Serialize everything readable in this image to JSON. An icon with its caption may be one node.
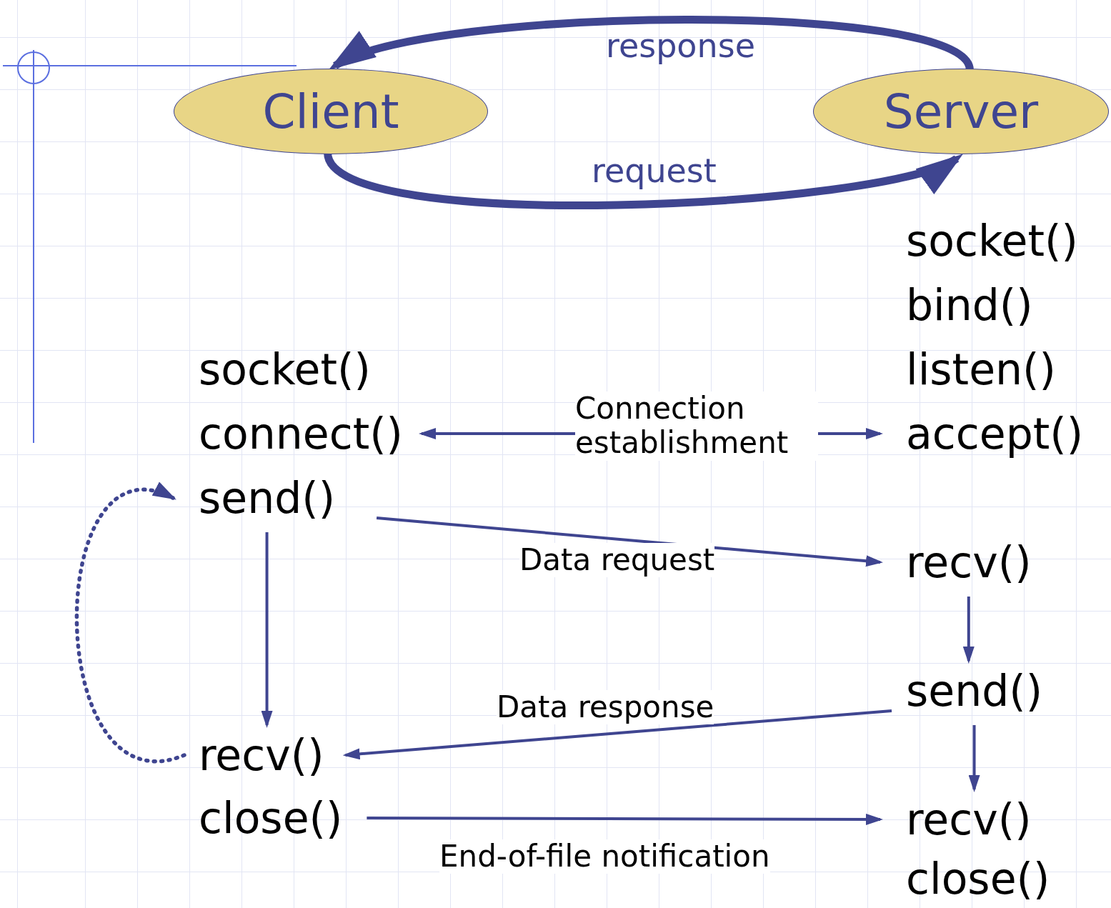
{
  "diagram": {
    "nodes": [
      {
        "text": [
          "Client"
        ]
      },
      {
        "text": [
          "Server"
        ]
      },
      {
        "text": [
          "socket()"
        ]
      },
      {
        "text": [
          "connect()"
        ]
      },
      {
        "text": [
          "send()"
        ]
      },
      {
        "text": [
          "recv()"
        ]
      },
      {
        "text": [
          "close()"
        ]
      },
      {
        "text": [
          "socket()"
        ]
      },
      {
        "text": [
          "bind()"
        ]
      },
      {
        "text": [
          "listen()"
        ]
      },
      {
        "text": [
          "accept()"
        ]
      },
      {
        "text": [
          "recv()"
        ]
      },
      {
        "text": [
          "send()"
        ]
      },
      {
        "text": [
          "recv()"
        ]
      },
      {
        "text": [
          "close()"
        ]
      }
    ],
    "edges": [
      {
        "from": 1,
        "to": 0,
        "arrow": "to",
        "label": "response",
        "style": "thick"
      },
      {
        "from": 0,
        "to": 1,
        "arrow": "to",
        "label": "request",
        "style": "thick"
      },
      {
        "from": 3,
        "to": 10,
        "arrow": "both",
        "label": "Connection establishment"
      },
      {
        "from": 4,
        "to": 11,
        "arrow": "to",
        "label": "Data request"
      },
      {
        "from": 4,
        "to": 5,
        "arrow": "to"
      },
      {
        "from": 11,
        "to": 12,
        "arrow": "to"
      },
      {
        "from": 12,
        "to": 5,
        "arrow": "to",
        "label": "Data response"
      },
      {
        "from": 12,
        "to": 13,
        "arrow": "to"
      },
      {
        "from": 6,
        "to": 13,
        "arrow": "to",
        "label": "End-of-file notification"
      },
      {
        "from": 5,
        "to": 4,
        "arrow": "to",
        "style": "dashed"
      }
    ]
  }
}
